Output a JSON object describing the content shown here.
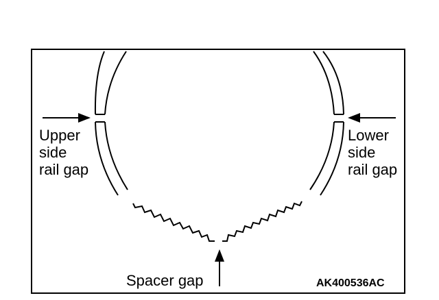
{
  "labels": {
    "upper_side_rail_gap": [
      "Upper",
      "side",
      "rail gap"
    ],
    "lower_side_rail_gap": [
      "Lower",
      "side",
      "rail gap"
    ],
    "spacer_gap": "Spacer gap"
  },
  "figure_code": "AK400536AC",
  "colors": {
    "line": "#000000",
    "background": "#ffffff"
  }
}
